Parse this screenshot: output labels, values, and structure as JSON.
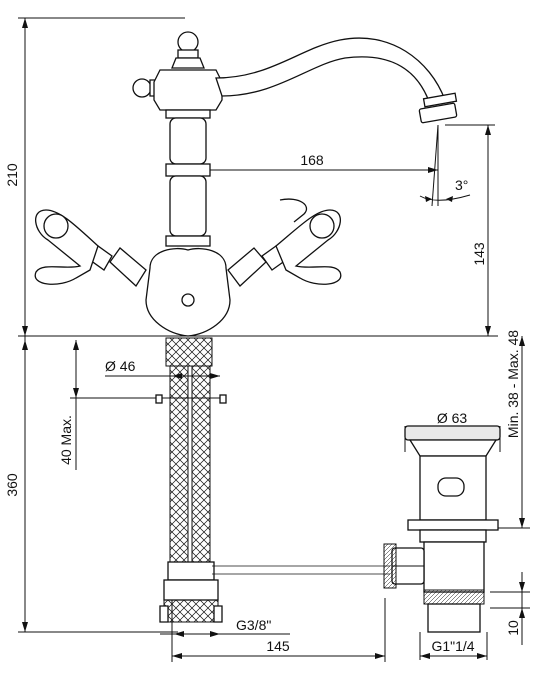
{
  "dimensions": {
    "height_spout": "210",
    "spout_reach": "168",
    "spout_angle": "3°",
    "spout_height": "143",
    "base_diameter": "Ø 46",
    "deck_thickness": "40 Max.",
    "body_height": "360",
    "drain_diameter": "Ø 63",
    "drain_range": "Min. 38 - Max. 48",
    "inlet_thread": "G3/8\"",
    "rod_length": "145",
    "drain_thread": "G1\"1/4",
    "drain_offset": "10"
  }
}
